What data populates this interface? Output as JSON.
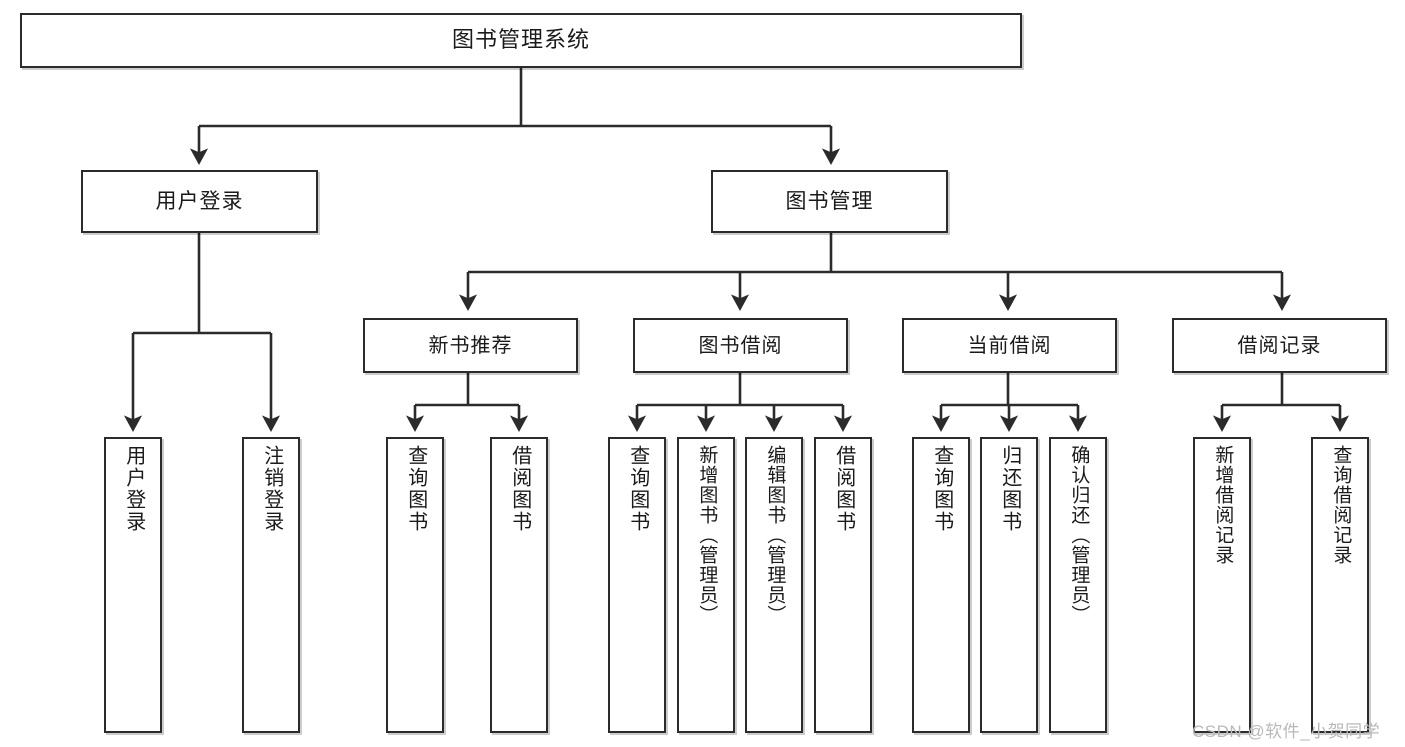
{
  "diagram": {
    "type": "tree-hierarchy-chart",
    "title": "图书管理系统",
    "stroke_color": "#2b2b2b",
    "box_fill": "#ffffff",
    "text_color": "#1a1a1a",
    "watermark": "CSDN @软件_小贺同学",
    "levels": {
      "root": {
        "label": "图书管理系统"
      },
      "level2": [
        {
          "id": "user-login",
          "label": "用户登录"
        },
        {
          "id": "book-management",
          "label": "图书管理"
        }
      ],
      "level3": [
        {
          "id": "new-book-recommend",
          "label": "新书推荐",
          "parent": "book-management"
        },
        {
          "id": "book-borrow",
          "label": "图书借阅",
          "parent": "book-management"
        },
        {
          "id": "current-borrow",
          "label": "当前借阅",
          "parent": "book-management"
        },
        {
          "id": "borrow-record",
          "label": "借阅记录",
          "parent": "book-management"
        }
      ],
      "leaves": [
        {
          "id": "leaf-user-login",
          "label": "用户登录",
          "parent": "user-login"
        },
        {
          "id": "leaf-logout-login",
          "label": "注销登录",
          "parent": "user-login"
        },
        {
          "id": "leaf-query-book-1",
          "label": "查询图书",
          "parent": "new-book-recommend"
        },
        {
          "id": "leaf-borrow-book-1",
          "label": "借阅图书",
          "parent": "new-book-recommend"
        },
        {
          "id": "leaf-query-book-2",
          "label": "查询图书",
          "parent": "book-borrow"
        },
        {
          "id": "leaf-add-book",
          "label": "新增图书（管理员）",
          "parent": "book-borrow"
        },
        {
          "id": "leaf-edit-book",
          "label": "编辑图书（管理员）",
          "parent": "book-borrow"
        },
        {
          "id": "leaf-borrow-book-2",
          "label": "借阅图书",
          "parent": "book-borrow"
        },
        {
          "id": "leaf-query-book-3",
          "label": "查询图书",
          "parent": "current-borrow"
        },
        {
          "id": "leaf-return-book",
          "label": "归还图书",
          "parent": "current-borrow"
        },
        {
          "id": "leaf-confirm-return",
          "label": "确认归还（管理员）",
          "parent": "current-borrow"
        },
        {
          "id": "leaf-add-borrow-record",
          "label": "新增借阅记录",
          "parent": "borrow-record"
        },
        {
          "id": "leaf-query-borrow-record",
          "label": "查询借阅记录",
          "parent": "borrow-record"
        }
      ]
    }
  }
}
